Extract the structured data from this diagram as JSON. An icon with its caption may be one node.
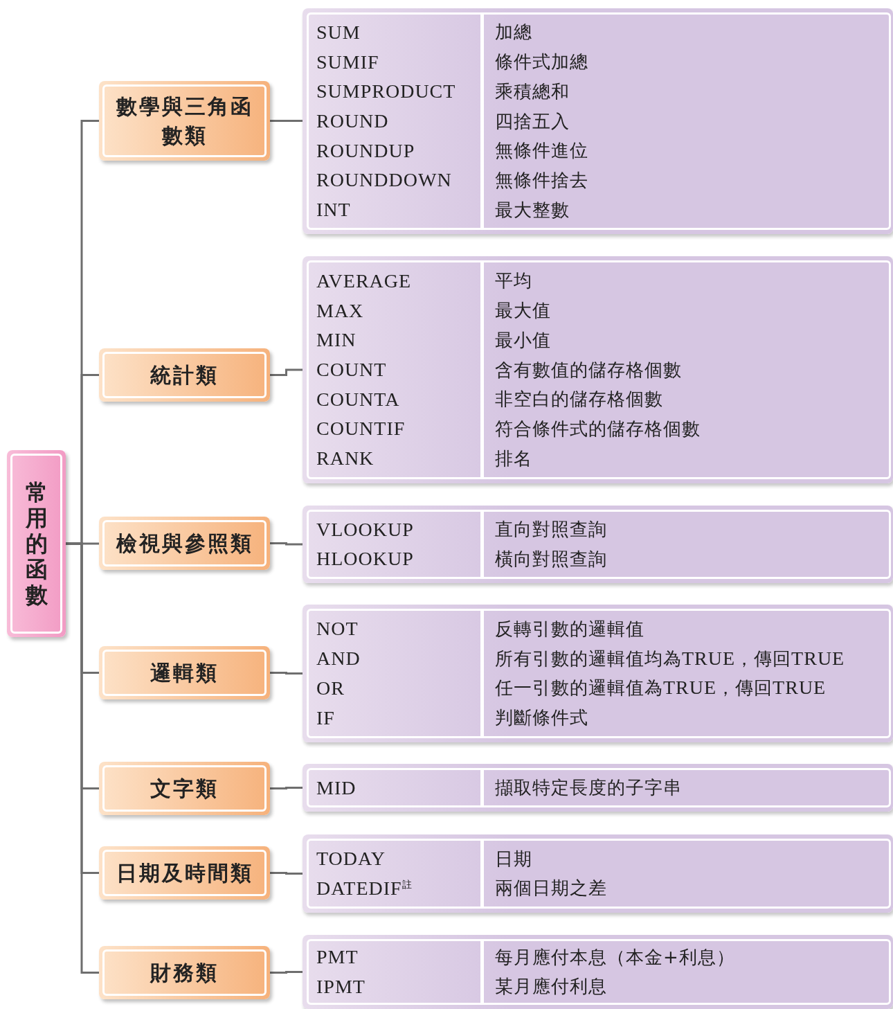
{
  "diagram": {
    "nodes": [
      {
        "text": [
          "常用的函數"
        ]
      },
      {
        "text": [
          "數學與三角函數類"
        ]
      },
      {
        "text": [
          "統計類"
        ]
      },
      {
        "text": [
          "檢視與參照類"
        ]
      },
      {
        "text": [
          "邏輯類"
        ]
      },
      {
        "text": [
          "文字類"
        ]
      },
      {
        "text": [
          "日期及時間類"
        ]
      },
      {
        "text": [
          "財務類"
        ]
      },
      {
        "text": [
          "SUM",
          "加總",
          "SUMIF",
          "條件式加總",
          "SUMPRODUCT",
          "乘積總和",
          "ROUND",
          "四捨五入",
          "ROUNDUP",
          "無條件進位",
          "ROUNDDOWN",
          "無條件捨去",
          "INT",
          "最大整數"
        ]
      },
      {
        "text": [
          "AVERAGE",
          "平均",
          "MAX",
          "最大值",
          "MIN",
          "最小值",
          "COUNT",
          "含有數值的儲存格個數",
          "COUNTA",
          "非空白的儲存格個數",
          "COUNTIF",
          "符合條件式的儲存格個數",
          "RANK",
          "排名"
        ]
      },
      {
        "text": [
          "VLOOKUP",
          "直向對照查詢",
          "HLOOKUP",
          "橫向對照查詢"
        ]
      },
      {
        "text": [
          "NOT",
          "反轉引數的邏輯值",
          "AND",
          "所有引數的邏輯值均為TRUE，傳回TRUE",
          "OR",
          "任一引數的邏輯值為TRUE，傳回TRUE",
          "IF",
          "判斷條件式"
        ]
      },
      {
        "text": [
          "MID",
          "擷取特定長度的子字串"
        ]
      },
      {
        "text": [
          "TODAY",
          "日期",
          "DATEDIF$^{註}$",
          "兩個日期之差"
        ]
      },
      {
        "text": [
          "PMT",
          "每月應付本息（本金+利息）",
          "IPMT",
          "某月應付利息"
        ]
      }
    ],
    "edges": [
      {
        "from": 0,
        "to": 1,
        "arrow": "none"
      },
      {
        "from": 0,
        "to": 2,
        "arrow": "none"
      },
      {
        "from": 0,
        "to": 3,
        "arrow": "none"
      },
      {
        "from": 0,
        "to": 4,
        "arrow": "none"
      },
      {
        "from": 0,
        "to": 5,
        "arrow": "none"
      },
      {
        "from": 0,
        "to": 6,
        "arrow": "none"
      },
      {
        "from": 0,
        "to": 7,
        "arrow": "none"
      },
      {
        "from": 1,
        "to": 8,
        "arrow": "none"
      },
      {
        "from": 2,
        "to": 9,
        "arrow": "none"
      },
      {
        "from": 3,
        "to": 10,
        "arrow": "none"
      },
      {
        "from": 4,
        "to": 11,
        "arrow": "none"
      },
      {
        "from": 5,
        "to": 12,
        "arrow": "none"
      },
      {
        "from": 6,
        "to": 13,
        "arrow": "none"
      },
      {
        "from": 7,
        "to": 14,
        "arrow": "none"
      }
    ]
  }
}
